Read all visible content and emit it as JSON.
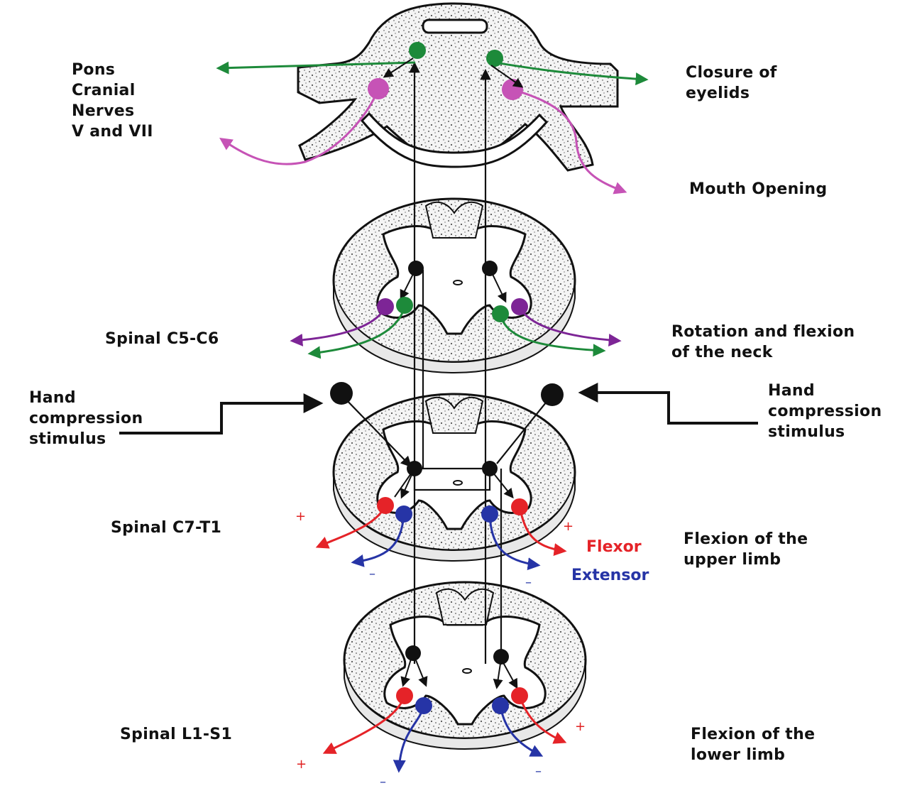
{
  "labels": {
    "pons": "Pons\nCranial\nNerves\nV and VII",
    "eyelids": "Closure of\neyelids",
    "mouth": "Mouth Opening",
    "c5c6": "Spinal C5-C6",
    "neck": "Rotation and flexion\nof the neck",
    "hand_left": "Hand\ncompression\nstimulus",
    "hand_right": "Hand\ncompression\nstimulus",
    "c7t1": "Spinal C7-T1",
    "upper_limb": "Flexion of the\nupper limb",
    "l1s1": "Spinal L1-S1",
    "lower_limb": "Flexion of the\nlower limb"
  },
  "legend": {
    "flexor": "Flexor",
    "extensor": "Extensor"
  },
  "signs": {
    "plus": "+",
    "minus": "–"
  },
  "colors": {
    "facial_green": "#1d8a3a",
    "trigeminal_pink": "#c653b6",
    "neck_purple": "#7d2596",
    "flexor_red": "#e52328",
    "extensor_blue": "#2634a6",
    "interneuron_black": "#111111"
  }
}
